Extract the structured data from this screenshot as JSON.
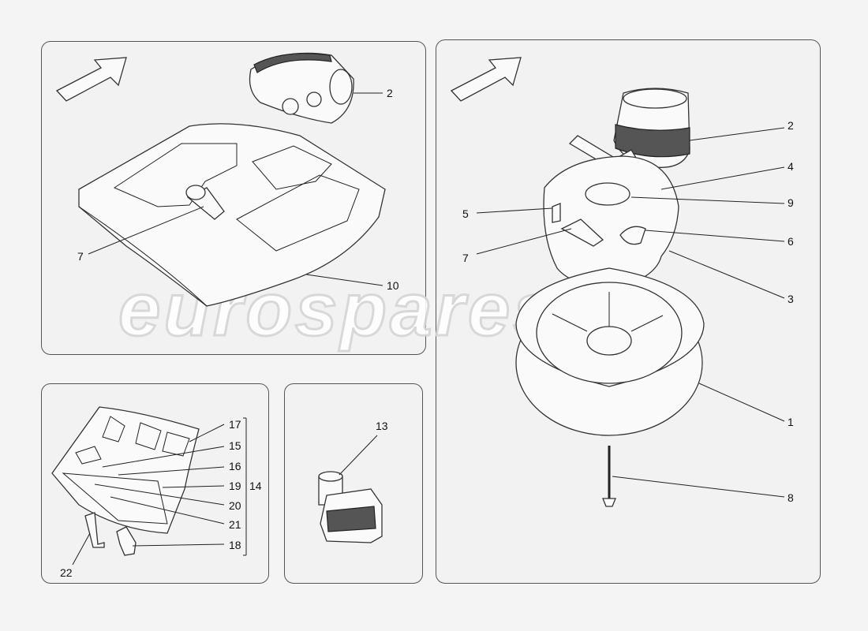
{
  "watermark": "eurospares",
  "panels": {
    "top_left": {
      "callouts": [
        {
          "id": "tl-2",
          "text": "2"
        },
        {
          "id": "tl-7",
          "text": "7"
        },
        {
          "id": "tl-10",
          "text": "10"
        }
      ]
    },
    "right": {
      "callouts": [
        {
          "id": "r-2",
          "text": "2"
        },
        {
          "id": "r-4",
          "text": "4"
        },
        {
          "id": "r-9",
          "text": "9"
        },
        {
          "id": "r-5",
          "text": "5"
        },
        {
          "id": "r-6",
          "text": "6"
        },
        {
          "id": "r-7",
          "text": "7"
        },
        {
          "id": "r-3",
          "text": "3"
        },
        {
          "id": "r-1",
          "text": "1"
        },
        {
          "id": "r-8",
          "text": "8"
        }
      ]
    },
    "bottom_left": {
      "callouts": [
        {
          "id": "bl-17",
          "text": "17"
        },
        {
          "id": "bl-15",
          "text": "15"
        },
        {
          "id": "bl-16",
          "text": "16"
        },
        {
          "id": "bl-19",
          "text": "19"
        },
        {
          "id": "bl-20",
          "text": "20"
        },
        {
          "id": "bl-21",
          "text": "21"
        },
        {
          "id": "bl-18",
          "text": "18"
        },
        {
          "id": "bl-22",
          "text": "22"
        },
        {
          "id": "bl-14",
          "text": "14"
        }
      ]
    },
    "bottom_middle": {
      "callouts": [
        {
          "id": "bm-13",
          "text": "13"
        }
      ]
    }
  }
}
